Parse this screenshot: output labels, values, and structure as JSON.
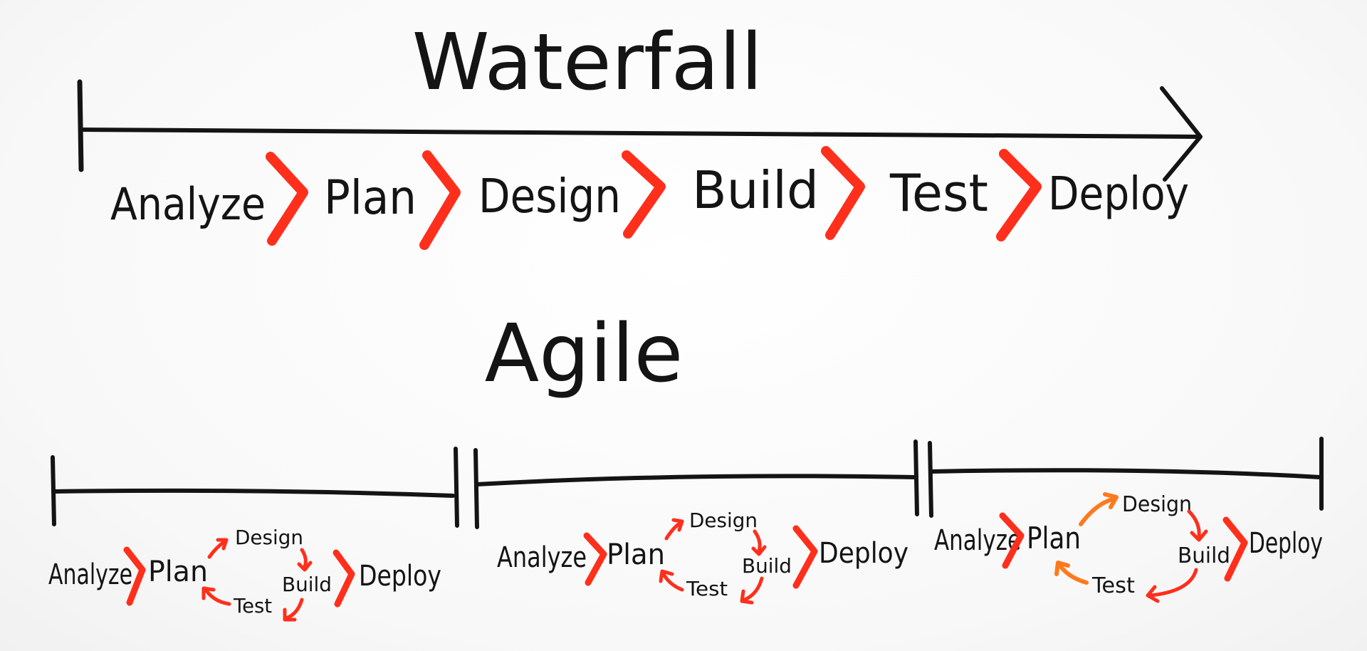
{
  "waterfall": {
    "title": "Waterfall",
    "stages": [
      "Analyze",
      "Plan",
      "Design",
      "Build",
      "Test",
      "Deploy"
    ]
  },
  "agile": {
    "title": "Agile",
    "iterations": [
      {
        "analyze": "Analyze",
        "plan": "Plan",
        "cycle": [
          "Design",
          "Build",
          "Test"
        ],
        "deploy": "Deploy"
      },
      {
        "analyze": "Analyze",
        "plan": "Plan",
        "cycle": [
          "Design",
          "Build",
          "Test"
        ],
        "deploy": "Deploy"
      },
      {
        "analyze": "Analyze",
        "plan": "Plan",
        "cycle": [
          "Design",
          "Build",
          "Test"
        ],
        "deploy": "Deploy"
      }
    ]
  },
  "colors": {
    "ink": "#141414",
    "marker_red": "#ff2f1c",
    "marker_orange": "#ff7a1f",
    "board": "#fbfbfb"
  }
}
